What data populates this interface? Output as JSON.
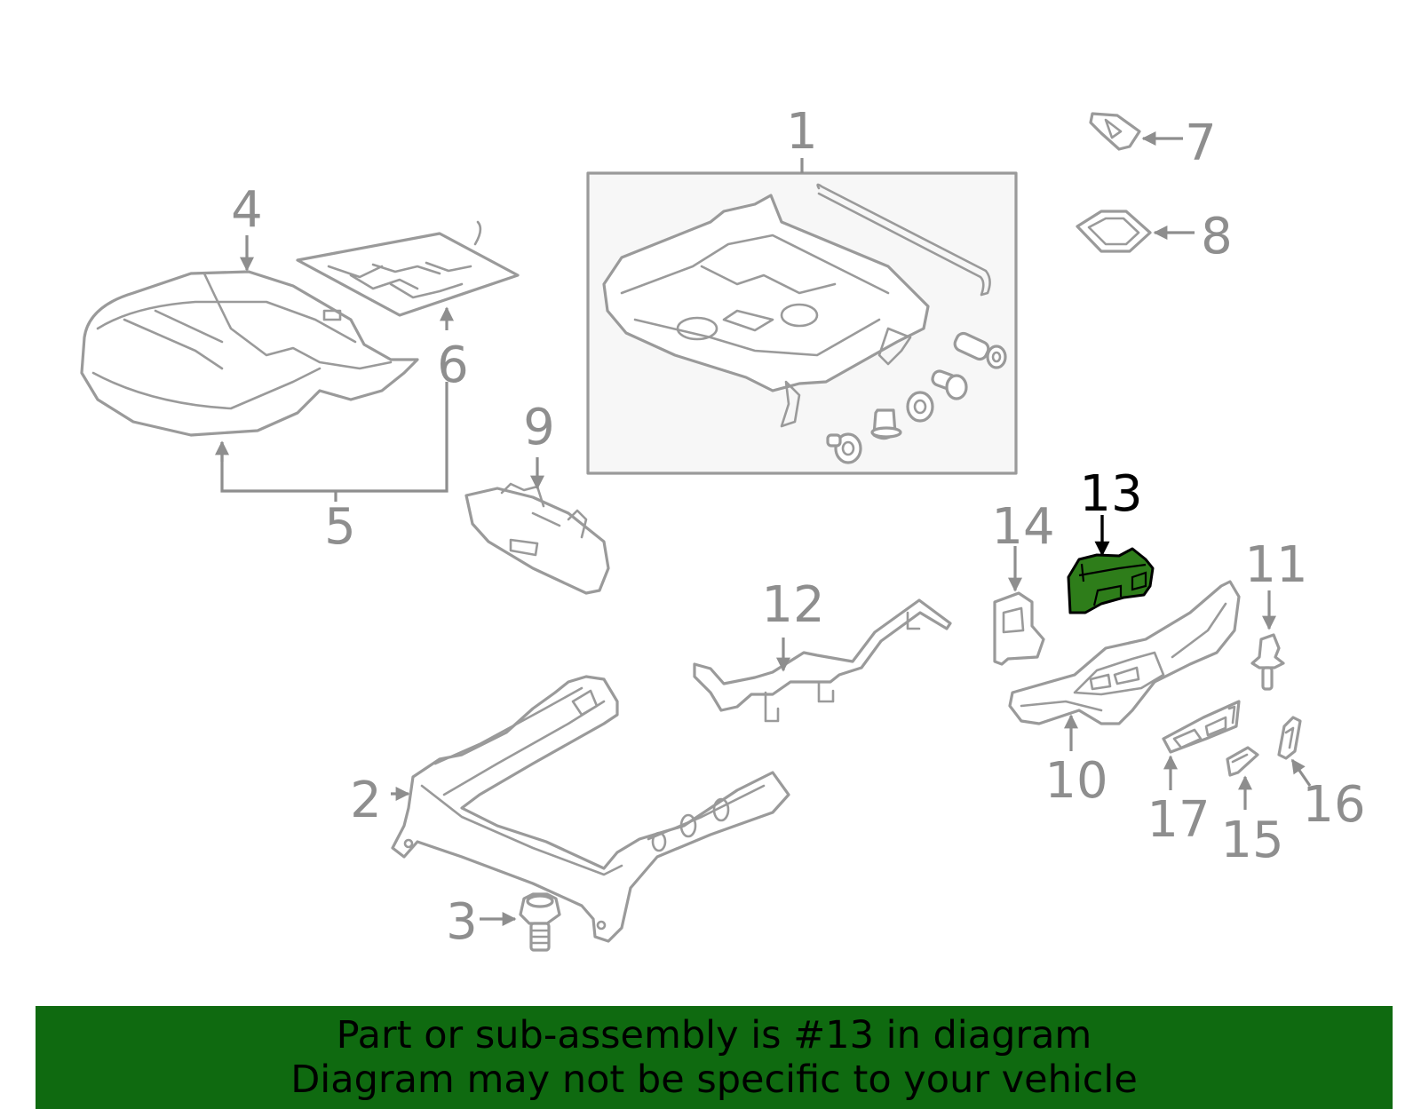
{
  "diagram": {
    "highlighted_part": "13",
    "callouts": {
      "c1": "1",
      "c2": "2",
      "c3": "3",
      "c4": "4",
      "c5": "5",
      "c6": "6",
      "c7": "7",
      "c8": "8",
      "c9": "9",
      "c10": "10",
      "c11": "11",
      "c12": "12",
      "c13": "13",
      "c14": "14",
      "c15": "15",
      "c16": "16",
      "c17": "17"
    },
    "colors": {
      "line": "#9a9a9a",
      "highlight_part": "#2e7d1a",
      "banner_bg": "#0f6a10",
      "banner_text": "#000000"
    }
  },
  "banner": {
    "line1": "Part or sub-assembly is #13 in diagram",
    "line2": "Diagram may not be specific to your vehicle"
  }
}
